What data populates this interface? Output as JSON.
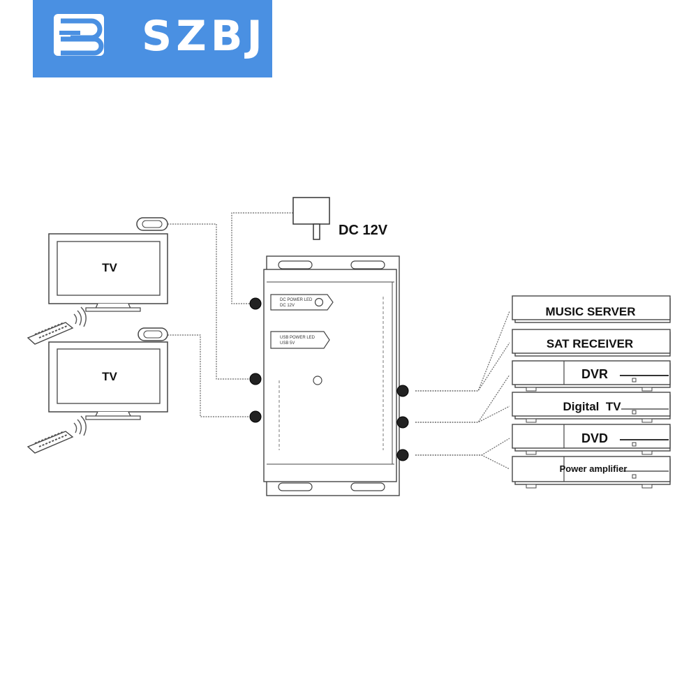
{
  "logo": {
    "text": "SZBJ",
    "color": "#4a90e2"
  },
  "power": {
    "label": "DC 12V"
  },
  "tvs": [
    {
      "label": "TV"
    },
    {
      "label": "TV"
    }
  ],
  "devices": [
    {
      "label": "MUSIC SERVER"
    },
    {
      "label": "SAT RECEIVER"
    },
    {
      "label": "DVR"
    },
    {
      "label": "Digital  TV"
    },
    {
      "label": "DVD"
    },
    {
      "label": "Power amplifier"
    }
  ],
  "hub": {
    "power_led_label": "DC POWER LED",
    "power_led_value": "DC 12V",
    "usb_led_label": "USB POWER LED",
    "usb_led_value": "USB 5V"
  }
}
